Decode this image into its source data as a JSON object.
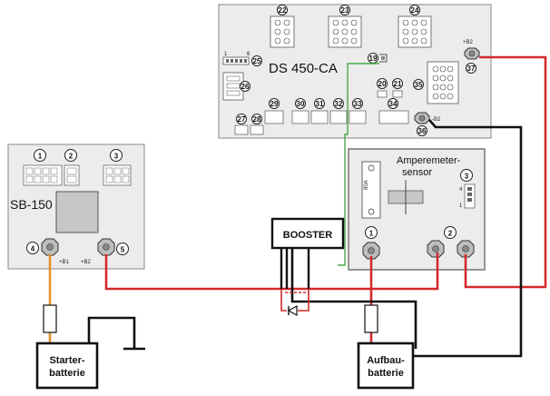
{
  "modules": {
    "ds450": {
      "title": "DS 450-CA",
      "connectors": [
        "22",
        "23",
        "24",
        "25",
        "26",
        "19",
        "20",
        "21",
        "35",
        "37",
        "29",
        "30",
        "31",
        "32",
        "33",
        "34",
        "27",
        "28",
        "36"
      ],
      "terminal_labels": {
        "b2_top": "+B2",
        "b2_side": "-B2"
      },
      "conn25_pins": {
        "a": "1",
        "b": "6"
      }
    },
    "sb150": {
      "title": "SB-150",
      "connectors": [
        "1",
        "2",
        "3",
        "4",
        "5"
      ],
      "terminal_labels": {
        "b1": "+B1",
        "b2": "+B2"
      }
    },
    "amp_sensor": {
      "title_line1": "Amperemeter-",
      "title_line2": "sensor",
      "connectors": [
        "3",
        "1",
        "2"
      ],
      "shunt_label": "80A",
      "conn3_pins": {
        "a": "4",
        "b": "1"
      }
    },
    "booster": {
      "title": "BOOSTER"
    },
    "starter_battery": {
      "line1": "Starter-",
      "line2": "batterie"
    },
    "aux_battery": {
      "line1": "Aufbau-",
      "line2": "batterie"
    }
  },
  "colors": {
    "red_wire": "#d42a2a",
    "black_wire": "#111111",
    "green_wire": "#4aa84a",
    "orange_wire": "#e8902e",
    "module_fill": "#ececec",
    "terminal_fill": "#bdbdbd"
  }
}
